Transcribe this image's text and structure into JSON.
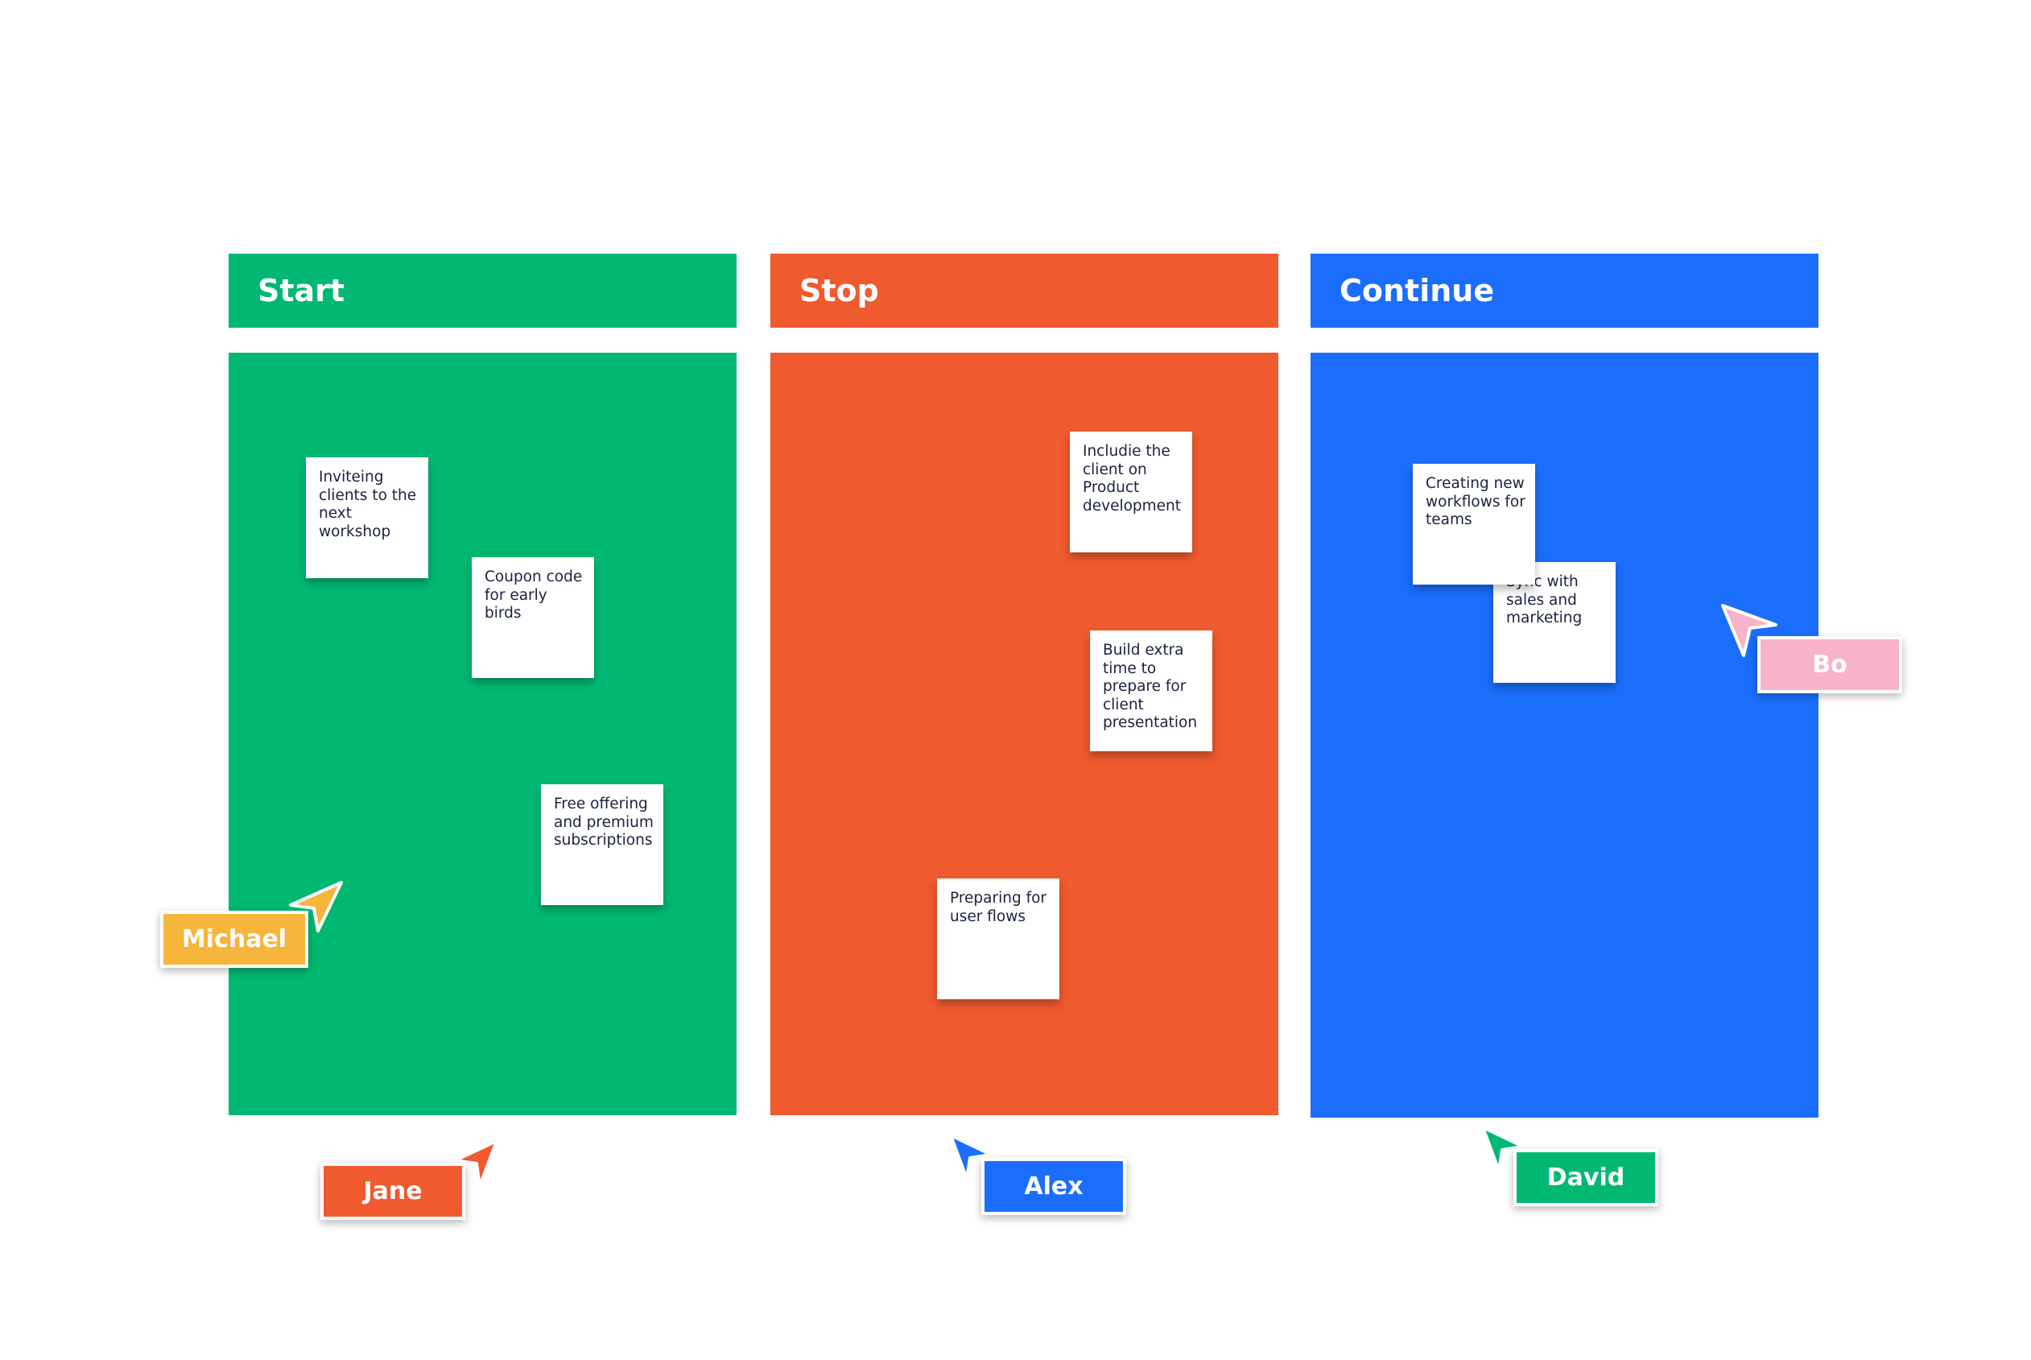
{
  "columns": [
    {
      "title": "Start",
      "color": "#00b872",
      "notes": [
        "Inviteing clients to the next workshop",
        "Coupon code for early birds",
        "Free offering and premium subscriptions"
      ]
    },
    {
      "title": "Stop",
      "color": "#f05a2f",
      "notes": [
        "Includie the client on Product development",
        "Build extra time to prepare for client presentation",
        "Preparing for user flows"
      ]
    },
    {
      "title": "Continue",
      "color": "#1b6efc",
      "notes": [
        "Creating new workflows for teams",
        "Sync with sales and marketing"
      ]
    }
  ],
  "collaborators": [
    {
      "name": "Michael",
      "color": "#f6b53b"
    },
    {
      "name": "Jane",
      "color": "#f05a2f"
    },
    {
      "name": "Alex",
      "color": "#1b6efc"
    },
    {
      "name": "David",
      "color": "#00b872"
    },
    {
      "name": "Bo",
      "color": "#f7b3c8"
    }
  ]
}
